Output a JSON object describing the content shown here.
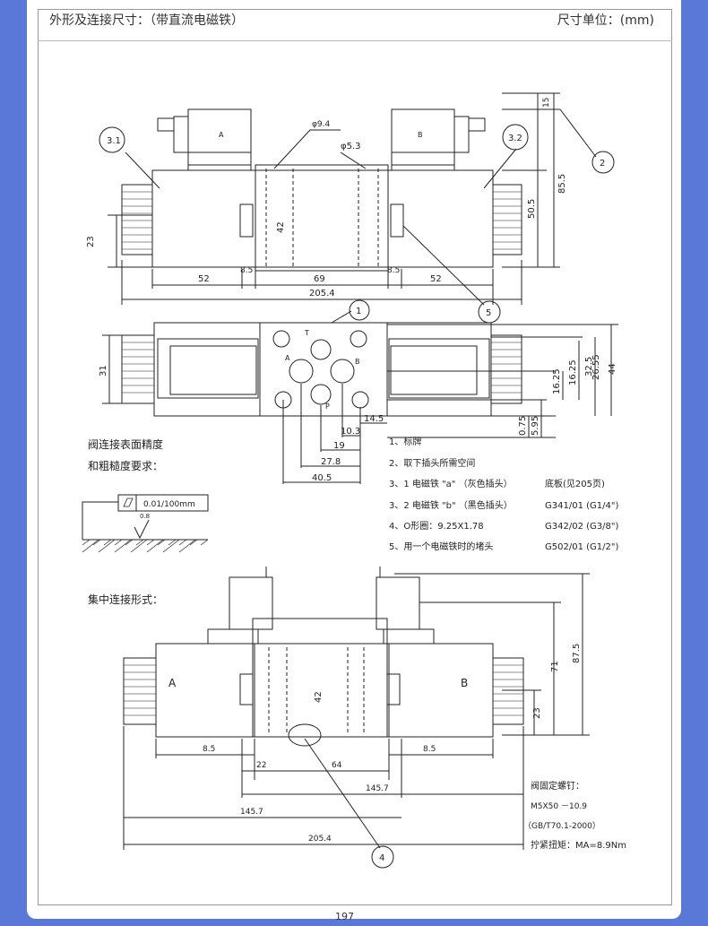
{
  "header": {
    "title": "外形及连接尺寸：（带直流电磁铁）",
    "unit": "尺寸单位：(mm)"
  },
  "top_view": {
    "callouts": [
      "3.1",
      "3.2",
      "2",
      "5"
    ],
    "dims": {
      "phi94": "φ9.4",
      "phi53": "φ5.3",
      "d42": "42",
      "d23": "23",
      "d52a": "52",
      "d85a": "8.5",
      "d69": "69",
      "d85b": "8.5",
      "d52b": "52",
      "d2054": "205.4",
      "d15": "15",
      "d855": "85.5",
      "d505": "50.5"
    },
    "plugs": {
      "left": "A",
      "right": "B"
    }
  },
  "plan_view": {
    "callout": "1",
    "ports": {
      "t": "T",
      "a": "A",
      "b": "B",
      "p": "P"
    },
    "dims": {
      "d31": "31",
      "d2655": "26.55",
      "d325": "32.5",
      "d44": "44",
      "d1625": "16.25",
      "d1625b": "16.25",
      "d075": "0.75",
      "d595": "5.95",
      "d145": "14.5",
      "d103": "10.3",
      "d19": "19",
      "d278": "27.8",
      "d405": "40.5"
    }
  },
  "surface": {
    "title_line1": "阀连接表面精度",
    "title_line2": "和粗糙度要求：",
    "flatness": "0.01/100mm",
    "roughness": "0.8"
  },
  "notes": [
    {
      "text": "1、标牌",
      "code": ""
    },
    {
      "text": "2、取下插头所需空间",
      "code": ""
    },
    {
      "text": "3、1 电磁铁 \"a\" （灰色插头）",
      "code": "底板(见205页)"
    },
    {
      "text": "3、2 电磁铁 \"b\" （黑色插头）",
      "code": "G341/01 (G1/4\")"
    },
    {
      "text": "4、O形圈：9.25X1.78",
      "code": "G342/02 (G3/8\")"
    },
    {
      "text": "5、用一个电磁铁时的堵头",
      "code": "G502/01 (G1/2\")"
    }
  ],
  "bottom_view": {
    "title": "集中连接形式：",
    "callout": "4",
    "labels": {
      "a": "A",
      "b": "B"
    },
    "dims": {
      "d42": "42",
      "d85a": "8.5",
      "d85b": "8.5",
      "d22": "22",
      "d64": "64",
      "d1457a": "145.7",
      "d1457b": "145.7",
      "d2054": "205.4",
      "d875": "87.5",
      "d71": "71",
      "d23": "23"
    },
    "bolts": {
      "title": "阀固定螺钉：",
      "spec": "M5X50 －10.9",
      "std": "（GB/T70.1-2000）",
      "torque": "拧紧扭矩：MA=8.9Nm"
    }
  },
  "page_number": "197"
}
